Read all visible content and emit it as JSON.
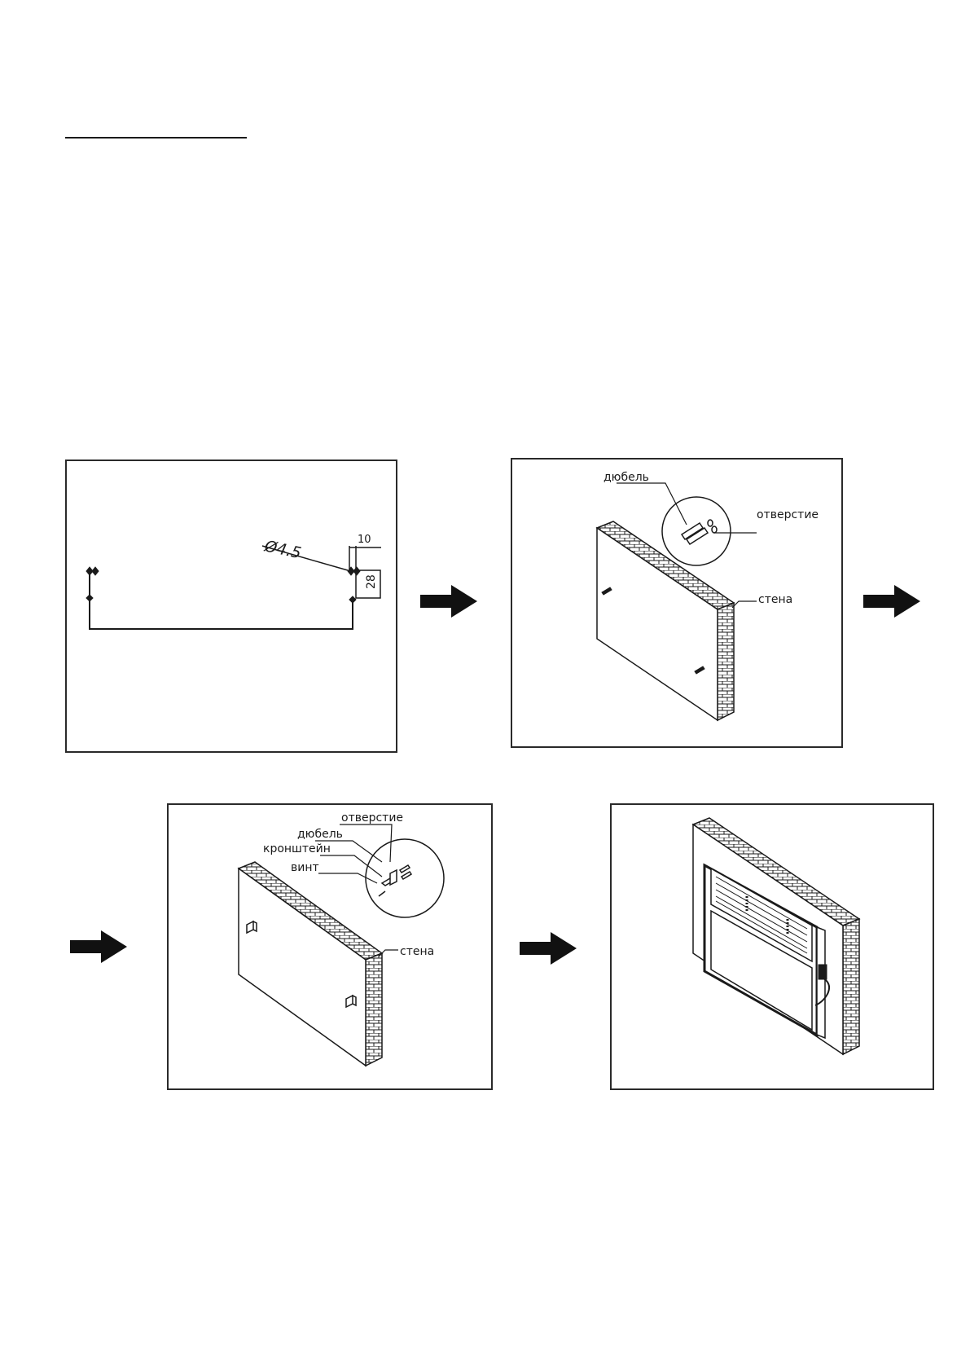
{
  "page": {
    "heading_underline": true
  },
  "step1": {
    "diameter": "Ø4.5",
    "width_dim": "10",
    "height_dim": "28"
  },
  "step2": {
    "dowel_label": "дюбель",
    "hole_label": "отверстие",
    "wall_label": "стена"
  },
  "step3": {
    "hole_label": "отверстие",
    "dowel_label": "дюбель",
    "bracket_label": "кронштейн",
    "screw_label": "винт",
    "wall_label": "стена"
  },
  "step4": {},
  "icons": {
    "arrow": "right-arrow-icon"
  }
}
